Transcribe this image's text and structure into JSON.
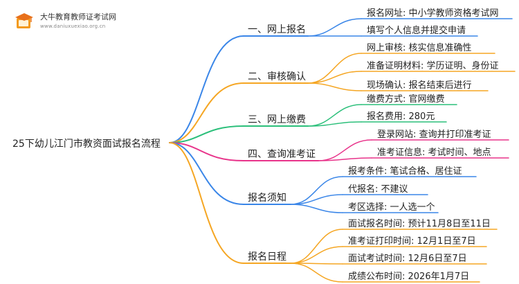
{
  "header": {
    "site_name": "大牛教育教师证考试网",
    "site_url": "www.daniuxuexiao.org.cn"
  },
  "mindmap": {
    "root": "25下幼儿江门市教资面试报名流程",
    "branches": [
      {
        "label": "一、网上报名",
        "color": "#3a86e8",
        "children": [
          "报名网址: 中小学教师资格考试网",
          "填写个人信息并提交申请"
        ]
      },
      {
        "label": "二、审核确认",
        "color": "#f5a623",
        "children": [
          "网上审核: 核实信息准确性",
          "准备证明材料: 学历证明、身份证",
          "现场确认: 报名结束后进行"
        ]
      },
      {
        "label": "三、网上缴费",
        "color": "#2bbf7a",
        "children": [
          "缴费方式: 官网缴费",
          "报名费用: 280元"
        ]
      },
      {
        "label": "四、查询准考证",
        "color": "#e8338a",
        "children": [
          "登录网站: 查询并打印准考证",
          "准考证信息: 考试时间、地点"
        ]
      },
      {
        "label": "报名须知",
        "color": "#3a86e8",
        "children": [
          "报考条件: 笔试合格、居住证",
          "代报名: 不建议",
          "考区选择: 一人选一个"
        ]
      },
      {
        "label": "报名日程",
        "color": "#f5a623",
        "children": [
          "面试报名时间: 预计11月8日至11日",
          "准考证打印时间: 12月1日至7日",
          "面试考试时间: 12月6日至7日",
          "成绩公布时间: 2026年1月7日"
        ]
      }
    ]
  }
}
